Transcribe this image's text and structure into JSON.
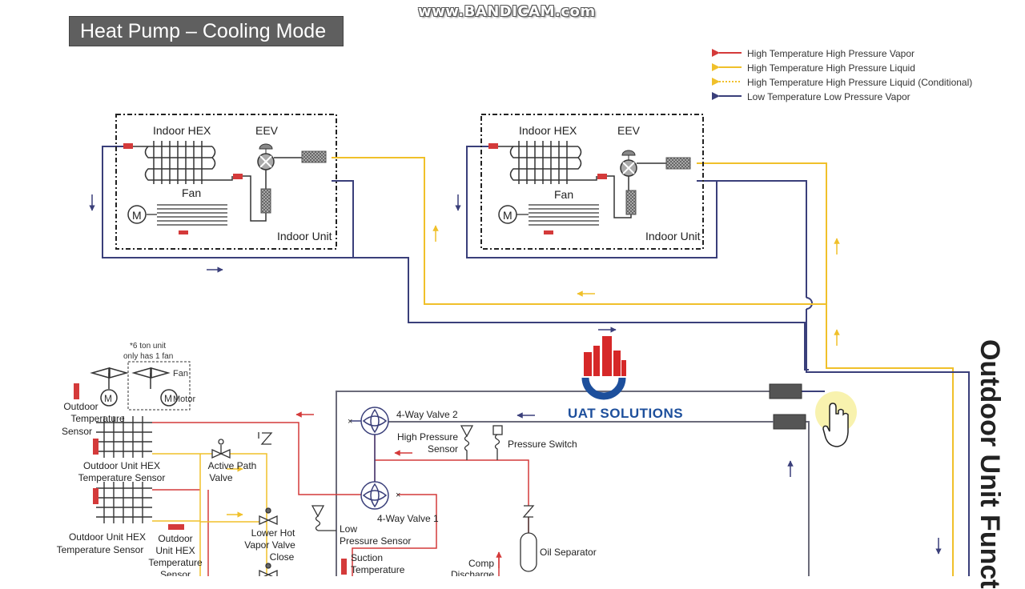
{
  "header": {
    "title": "Heat Pump – Cooling Mode",
    "watermark": "www.BANDICAM.com"
  },
  "legend": [
    {
      "label": "High Temperature High Pressure Vapor",
      "color": "#d43a3a",
      "style": "solid"
    },
    {
      "label": "High Temperature High Pressure Liquid",
      "color": "#f0c02a",
      "style": "solid"
    },
    {
      "label": "High Temperature High Pressure Liquid (Conditional)",
      "color": "#f0c02a",
      "style": "dotted"
    },
    {
      "label": "Low Temperature Low Pressure Vapor",
      "color": "#3a3f7a",
      "style": "solid"
    }
  ],
  "indoor_units": [
    {
      "hex_label": "Indoor HEX",
      "eev_label": "EEV",
      "fan_label": "Fan",
      "motor_label": "M",
      "unit_label": "Indoor Unit"
    },
    {
      "hex_label": "Indoor HEX",
      "eev_label": "EEV",
      "fan_label": "Fan",
      "motor_label": "M",
      "unit_label": "Indoor Unit"
    }
  ],
  "outdoor": {
    "fan_note_line1": "*6 ton unit",
    "fan_note_line2": "only has 1 fan",
    "fan_label": "Fan",
    "motor_label": "Motor",
    "motor_symbol": "M",
    "outdoor_temp_sensor": [
      "Outdoor",
      "Temperature",
      "Sensor"
    ],
    "hex_temp_sensor_1": [
      "Outdoor Unit HEX",
      "Temperature Sensor"
    ],
    "hex_temp_sensor_2": [
      "Outdoor Unit HEX",
      "Temperature Sensor"
    ],
    "hex_temp_sensor_3": [
      "Outdoor",
      "Unit HEX",
      "Temperature",
      "Sensor"
    ],
    "active_path_valve": [
      "Active Path",
      "Valve"
    ],
    "lower_hot_vapor_valve": [
      "Lower Hot",
      "Vapor Valve",
      "Close"
    ],
    "four_way_valve_2": "4-Way Valve 2",
    "four_way_valve_1": "4-Way Valve 1",
    "high_pressure_sensor": [
      "High Pressure",
      "Sensor"
    ],
    "pressure_switch": "Pressure Switch",
    "low_pressure_sensor": [
      "Low",
      "Pressure Sensor"
    ],
    "suction_temp": [
      "Suction",
      "Temperature"
    ],
    "comp_discharge": [
      "Comp",
      "Discharge"
    ],
    "oil_separator": "Oil Separator"
  },
  "brand": {
    "name": "UAT SOLUTIONS",
    "color": "#1d4f9c",
    "accent": "#d62828"
  },
  "side_title": "Outdoor Unit Funct",
  "colors": {
    "vapor_hot": "#d43a3a",
    "liquid": "#f0c02a",
    "vapor_cold": "#3a3f7a",
    "line_gray": "#6b6b7a"
  }
}
